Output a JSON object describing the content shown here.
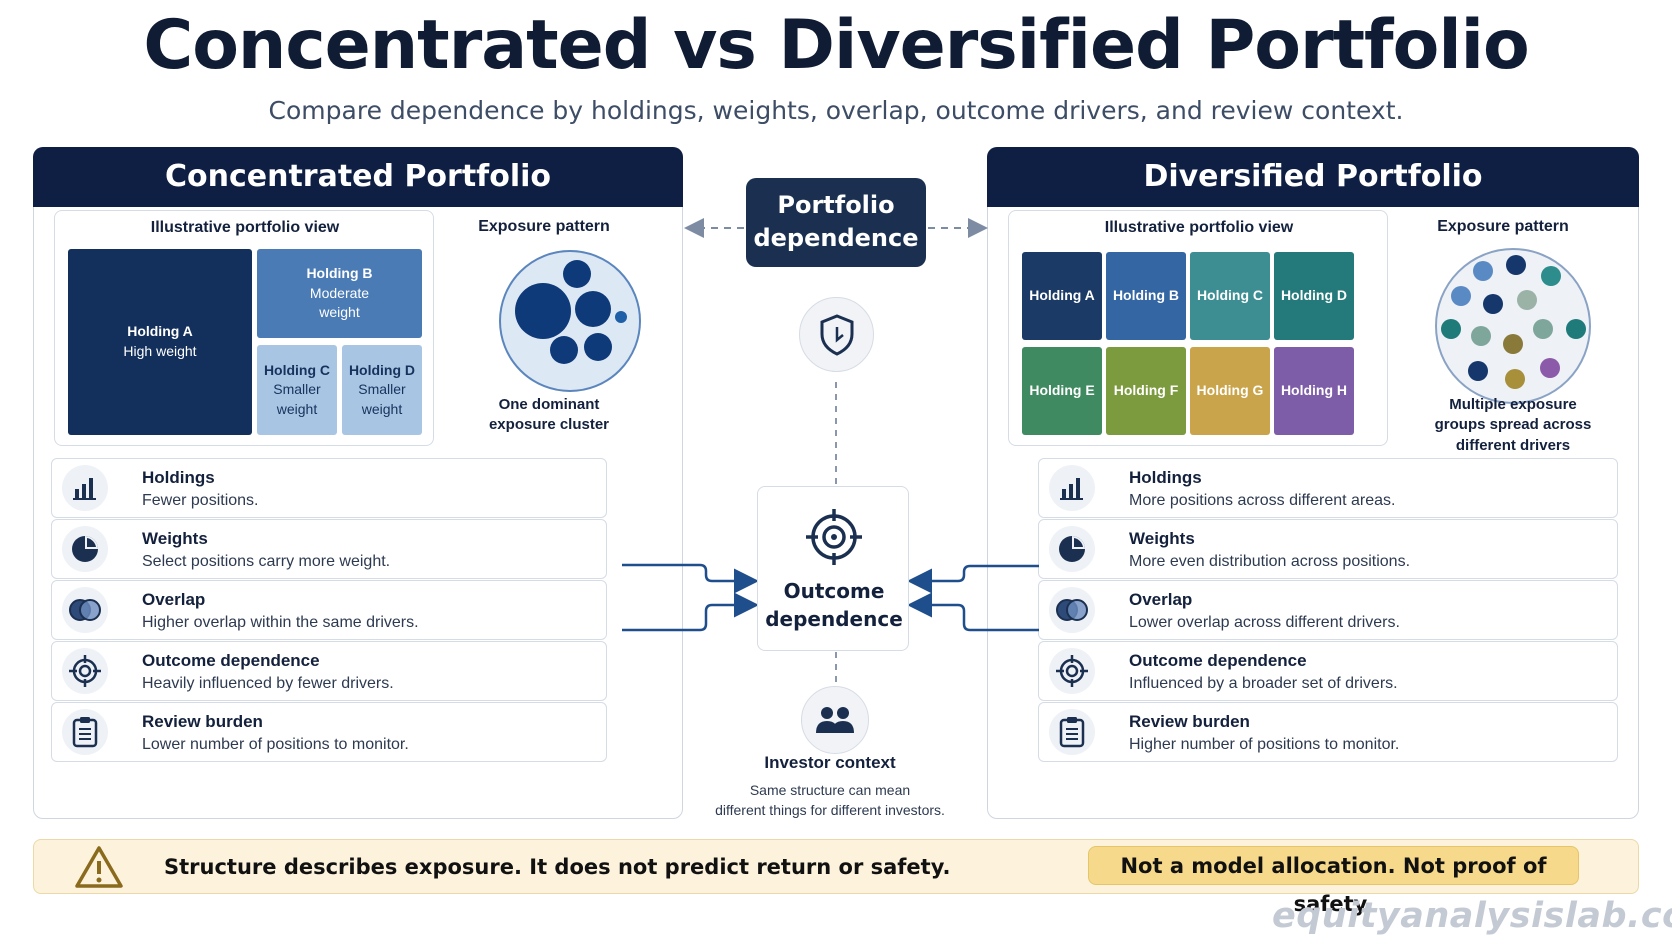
{
  "title": "Concentrated vs Diversified Portfolio",
  "subtitle": "Compare dependence by holdings, weights, overlap, outcome drivers, and review context.",
  "colors": {
    "navy": "#0f1f44",
    "accent": "#1f4e8c",
    "banner": "#fdf3dc",
    "pill": "#f6d98a"
  },
  "left": {
    "header": "Concentrated Portfolio",
    "view_label": "Illustrative portfolio view",
    "exposure_label": "Exposure pattern",
    "exposure_caption_1": "One dominant",
    "exposure_caption_2": "exposure cluster",
    "tiles": [
      {
        "name": "Holding A",
        "sub": "High weight",
        "color": "#13305c"
      },
      {
        "name": "Holding B",
        "sub": "Moderate",
        "sub2": "weight",
        "color": "#4a7bb5"
      },
      {
        "name": "Holding C",
        "sub": "Smaller",
        "sub2": "weight",
        "color": "#a8c6e4"
      },
      {
        "name": "Holding D",
        "sub": "Smaller",
        "sub2": "weight",
        "color": "#a8c6e4"
      }
    ],
    "rows": [
      {
        "title": "Holdings",
        "desc": "Fewer positions.",
        "icon": "bar-chart-icon"
      },
      {
        "title": "Weights",
        "desc": "Select positions carry more weight.",
        "icon": "pie-chart-icon"
      },
      {
        "title": "Overlap",
        "desc": "Higher overlap within the same drivers.",
        "icon": "overlap-icon"
      },
      {
        "title": "Outcome dependence",
        "desc": "Heavily influenced by fewer drivers.",
        "icon": "crosshair-icon"
      },
      {
        "title": "Review burden",
        "desc": "Lower number of positions to monitor.",
        "icon": "clipboard-icon"
      }
    ]
  },
  "right": {
    "header": "Diversified Portfolio",
    "view_label": "Illustrative portfolio view",
    "exposure_label": "Exposure pattern",
    "exposure_caption_1": "Multiple exposure",
    "exposure_caption_2": "groups spread across",
    "exposure_caption_3": "different drivers",
    "tiles": [
      {
        "name": "Holding A",
        "color": "#1b3a66"
      },
      {
        "name": "Holding B",
        "color": "#3466a3"
      },
      {
        "name": "Holding C",
        "color": "#3c8e93"
      },
      {
        "name": "Holding D",
        "color": "#247a7a"
      },
      {
        "name": "Holding E",
        "color": "#3f8a60"
      },
      {
        "name": "Holding F",
        "color": "#7c9a3e"
      },
      {
        "name": "Holding G",
        "color": "#c9a44a"
      },
      {
        "name": "Holding H",
        "color": "#7e5da8"
      }
    ],
    "rows": [
      {
        "title": "Holdings",
        "desc": "More positions across different areas.",
        "icon": "bar-chart-icon"
      },
      {
        "title": "Weights",
        "desc": "More even distribution across positions.",
        "icon": "pie-chart-icon"
      },
      {
        "title": "Overlap",
        "desc": "Lower overlap across different drivers.",
        "icon": "overlap-icon"
      },
      {
        "title": "Outcome dependence",
        "desc": "Influenced by a broader set of drivers.",
        "icon": "crosshair-icon"
      },
      {
        "title": "Review burden",
        "desc": "Higher number of positions to monitor.",
        "icon": "clipboard-icon"
      }
    ]
  },
  "center": {
    "pill_line1": "Portfolio",
    "pill_line2": "dependence",
    "outcome_line1": "Outcome",
    "outcome_line2": "dependence",
    "investor_title": "Investor context",
    "investor_desc_1": "Same structure can mean",
    "investor_desc_2": "different things for different investors.",
    "icons": [
      "shield-icon",
      "target-icon",
      "people-icon"
    ]
  },
  "banner": {
    "text": "Structure describes exposure. It does not predict return or safety.",
    "pill": "Not a model allocation. Not proof of safety.",
    "icon": "warning-icon"
  },
  "watermark": "equityanalysislab.com"
}
